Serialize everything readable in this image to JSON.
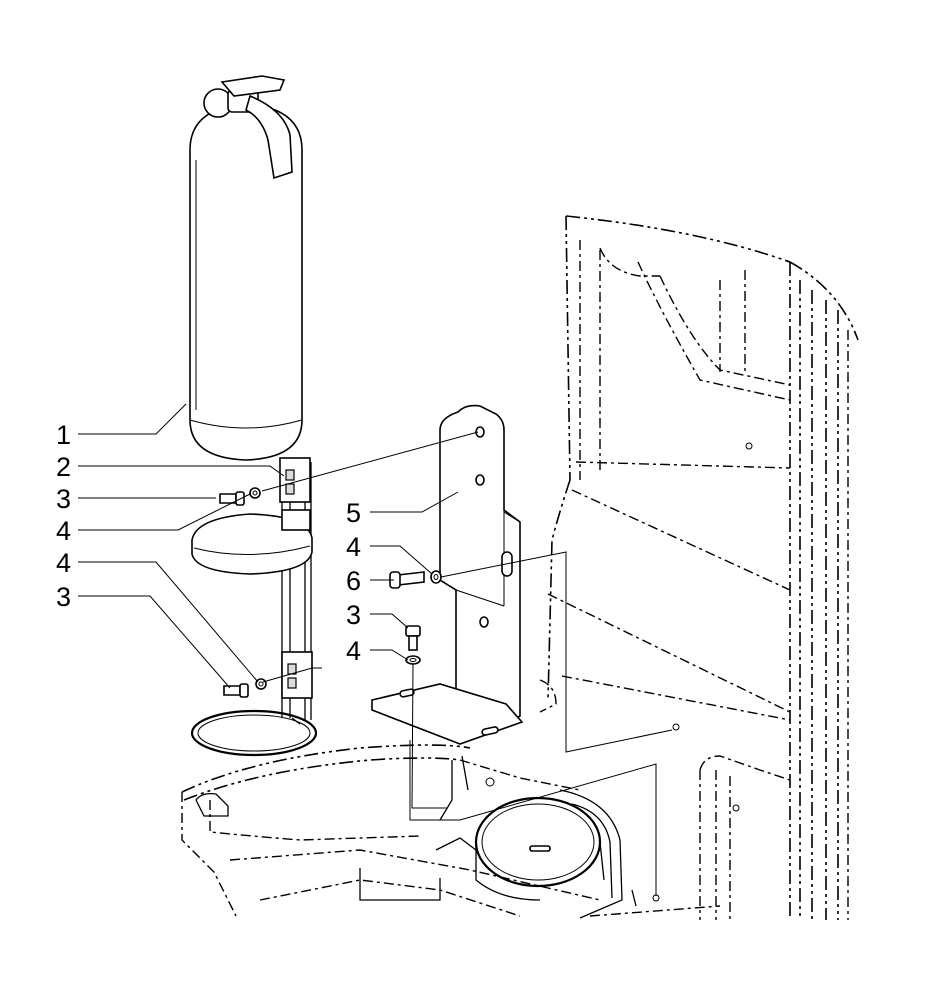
{
  "callouts": {
    "c1": "1",
    "c2": "2",
    "c3a": "3",
    "c4a": "4",
    "c4b": "4",
    "c3b": "3",
    "c5": "5",
    "c4c": "4",
    "c6": "6",
    "c3c": "3",
    "c4d": "4"
  }
}
